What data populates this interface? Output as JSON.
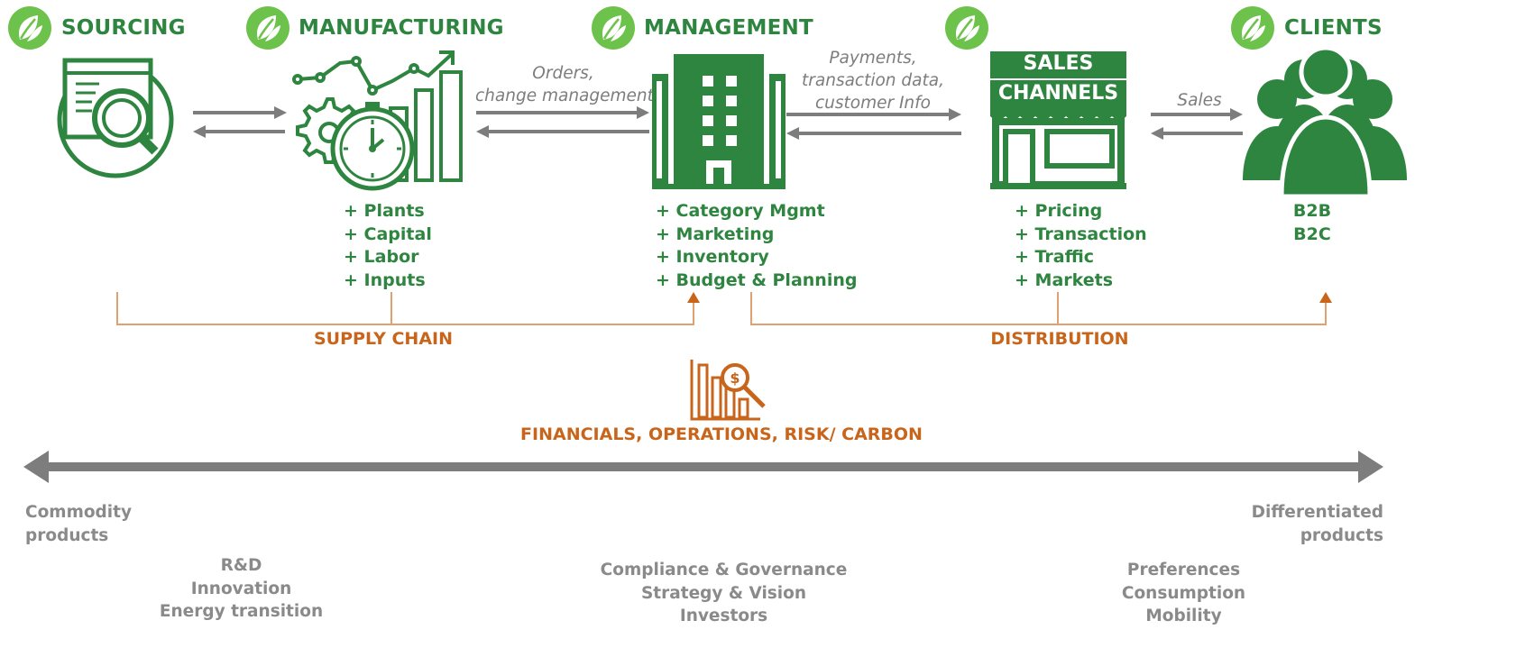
{
  "stages": {
    "sourcing": {
      "title": "SOURCING"
    },
    "manufacturing": {
      "title": "MANUFACTURING",
      "items": [
        "+ Plants",
        "+ Capital",
        "+ Labor",
        "+ Inputs"
      ]
    },
    "management": {
      "title": "MANAGEMENT",
      "items": [
        "+ Category Mgmt",
        "+ Marketing",
        "+ Inventory",
        "+ Budget & Planning"
      ]
    },
    "sales_channels": {
      "sign_line1": "SALES",
      "sign_line2": "CHANNELS",
      "items": [
        "+ Pricing",
        "+ Transaction",
        "+ Traffic",
        "+ Markets"
      ]
    },
    "clients": {
      "title": "CLIENTS",
      "items": [
        "B2B",
        "B2C"
      ]
    }
  },
  "flows": {
    "manufacturing_management": [
      "Orders,",
      "change management"
    ],
    "management_sales": [
      "Payments,",
      "transaction data,",
      "customer Info"
    ],
    "sales_clients": "Sales"
  },
  "brackets": {
    "supply_chain": "SUPPLY CHAIN",
    "distribution": "DISTRIBUTION"
  },
  "financials_label": "FINANCIALS, OPERATIONS, RISK/ CARBON",
  "spectrum": {
    "left": [
      "Commodity",
      "products"
    ],
    "right": [
      "Differentiated",
      "products"
    ]
  },
  "drivers": {
    "left": [
      "R&D",
      "Innovation",
      "Energy transition"
    ],
    "center": [
      "Compliance & Governance",
      "Strategy & Vision",
      "Investors"
    ],
    "right": [
      "Preferences",
      "Consumption",
      "Mobility"
    ]
  },
  "colors": {
    "green": "#2e8540",
    "leaf_green": "#6cc24a",
    "orange": "#c8651b",
    "grey": "#7d7d7d"
  }
}
